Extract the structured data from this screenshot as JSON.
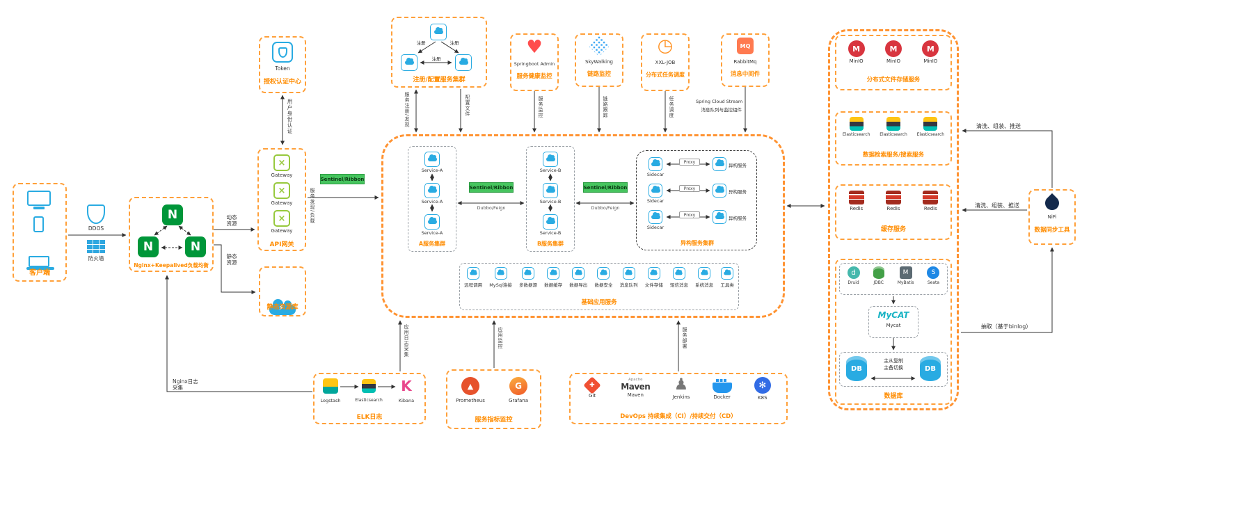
{
  "colors": {
    "accent_orange": "#ff8c00",
    "border_orange": "#ffa03a",
    "icon_blue": "#29abe2",
    "nginx_green": "#009639",
    "sentinel_green": "#46c45e",
    "redis_red": "#d4392a"
  },
  "client": {
    "label": "客户端"
  },
  "edge_security": {
    "ddos": "DDOS",
    "firewall": "防火墙"
  },
  "nginx": {
    "label": "Nginx+Keepalived负载均衡"
  },
  "auth": {
    "token": "Token",
    "label": "授权认证中心"
  },
  "gateway": {
    "items": [
      "Gateway",
      "Gateway",
      "Gateway"
    ],
    "label": "API网关"
  },
  "static_repo": {
    "label": "静态资源库"
  },
  "registry": {
    "label": "注册/配置服务集群",
    "edge_labels": [
      "注册",
      "注册",
      "注册"
    ]
  },
  "top_services": {
    "springboot": {
      "name": "Springboot Admin",
      "label": "服务健康监控"
    },
    "skywalking": {
      "name": "SkyWalking",
      "label": "链路监控"
    },
    "xxljob": {
      "name": "XXL-JOB",
      "label": "分布式任务调度"
    },
    "rabbitmq": {
      "name": "RabbitMq",
      "label": "消息中间件"
    }
  },
  "flow_labels": {
    "dynamic_res": "动态资源",
    "static_res": "静态资源",
    "user_auth": "用户身份认证",
    "discovery": "服务发现/负载",
    "register": "服务注册/发现",
    "config": "配置文件",
    "monitor": "服务监控",
    "trace": "链路跟踪",
    "schedule": "任务调度",
    "stream1": "Spring Cloud Stream",
    "stream2": "消息队列与监控组件",
    "applog": "应用日志采集",
    "appmon": "应用监控",
    "deploy": "服务部署",
    "nginxlog": "Nginx日志采集",
    "clean1": "清洗、组装、推送",
    "clean2": "清洗、组装、推送",
    "extract": "抽取（基于binlog）"
  },
  "sentinel": {
    "tag": "Sentinel/Ribbon",
    "rpc": "Dubbo/Feign"
  },
  "core": {
    "cluster_a": {
      "items": [
        "Service-A",
        "Service-A",
        "Service-A"
      ],
      "label": "A服务集群"
    },
    "cluster_b": {
      "items": [
        "Service-B",
        "Service-B",
        "Service-B"
      ],
      "label": "B服务集群"
    },
    "hetero": {
      "label": "异构服务集群",
      "rows": [
        {
          "sidecar": "Sidecar",
          "proxy": "Proxy",
          "service": "异构服务"
        },
        {
          "sidecar": "Sidecar",
          "proxy": "Proxy",
          "service": "异构服务"
        },
        {
          "sidecar": "Sidecar",
          "proxy": "Proxy",
          "service": "异构服务"
        }
      ]
    },
    "base": {
      "label": "基础应用服务",
      "items": [
        "远程调用",
        "MySql连接",
        "多数据源",
        "数据缓存",
        "数据导出",
        "数据安全",
        "消息队列",
        "文件存储",
        "短信消息",
        "系统消息",
        "工具类"
      ]
    }
  },
  "right_panel": {
    "minio": {
      "items": [
        "MinIO",
        "MinIO",
        "MinIO"
      ],
      "label": "分布式文件存储服务"
    },
    "search": {
      "items": [
        "Elasticsearch",
        "Elasticsearch",
        "Elasticsearch"
      ],
      "label": "数据检索服务/搜索服务"
    },
    "cache": {
      "items": [
        "Redis",
        "Redis",
        "Redis"
      ],
      "label": "缓存服务"
    },
    "database": {
      "tools": [
        "Druid",
        "JDBC",
        "MyBatis",
        "Seata"
      ],
      "mycat_logo": "MyCAT",
      "mycat": "Mycat",
      "db_left": "DB",
      "db_right": "DB",
      "repl1": "主从复制",
      "repl2": "主备切换",
      "label": "数据库"
    }
  },
  "sync_tool": {
    "name": "NiFi",
    "label": "数据同步工具"
  },
  "bottom": {
    "elk": {
      "items": [
        "Logstash",
        "Elasticsearch",
        "Kibana"
      ],
      "label": "ELK日志"
    },
    "metrics": {
      "items": [
        "Prometheus",
        "Grafana"
      ],
      "label": "服务指标监控"
    },
    "devops": {
      "items": [
        "Git",
        "Maven",
        "Jenkins",
        "Docker",
        "K8S"
      ],
      "maven_top": "Apache",
      "maven_main": "Maven",
      "label": "DevOps 持续集成（CI）/持续交付（CD）"
    }
  },
  "icon_glyphs": {
    "nginx": "N",
    "gateway": "×",
    "minio": "M",
    "kibana": "K",
    "prometheus": "▲",
    "grafana": "G",
    "jenkins": "♟",
    "k8s": "✻",
    "seata": "S",
    "mybatis": "M",
    "druid": "d",
    "heart": "♥",
    "clock": "◷",
    "mq": "MQ",
    "git": "✚",
    "bolt": "⚡"
  }
}
